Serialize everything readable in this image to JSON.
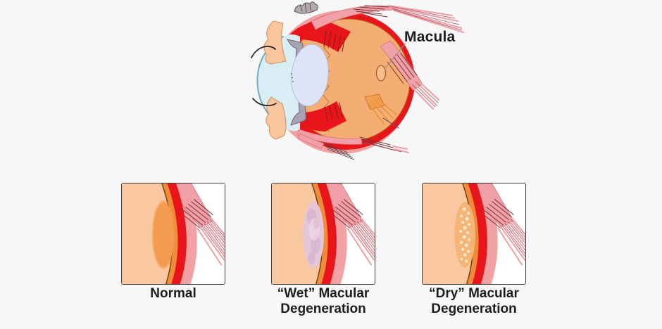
{
  "figure": {
    "macula_label": "Macula",
    "panels": [
      {
        "id": "normal",
        "label": "Normal",
        "lines": [
          "Normal"
        ],
        "macula_type": "normal"
      },
      {
        "id": "wet",
        "label": "“Wet” Macular Degeneration",
        "lines": [
          "“Wet” Macular",
          "Degeneration"
        ],
        "macula_type": "wet"
      },
      {
        "id": "dry",
        "label": "“Dry” Macular Degeneration",
        "lines": [
          "“Dry” Macular",
          "Degeneration"
        ],
        "macula_type": "dry"
      }
    ]
  },
  "palette": {
    "bg": "#f7f7f7",
    "ink": "#1d1d1d",
    "panel_border": "#3c3c3c",
    "red": "#e8151b",
    "pink_outer": "#f2a2a4",
    "pink_muscle": "#f0a0a6",
    "muscle_edge": "#d4737c",
    "muscle_stria": "#7c2f35",
    "fiber_dark": "#a8545c",
    "orange_band": "#ef8c3a",
    "peach": "#f9c7a0",
    "interior_orange": "#f4ad72",
    "interior_edge": "#b5651d",
    "outline_dark": "#6e3a12",
    "macula_normal": "#f49b50",
    "wet_base": "#e3c6d8",
    "wet_blotch": "#d4aac9",
    "dry_base": "#f5b577",
    "drusen": "#fdecd4",
    "cornea_fill": "#d9edf5",
    "cornea_stroke": "#74aabf",
    "lens_fill": "#dde4f7",
    "lens_stroke": "#b4bedd",
    "iris_fill": "#a9a2b2",
    "iris_stroke": "#6f6878",
    "skin_fill": "#f8c59e",
    "skin_stroke": "#d08e58",
    "tendon_gray": "#b3abab",
    "tendon_edge": "#5f5757",
    "oblique_orange": "#e8913f",
    "oblique_purple": "#7a4a6e",
    "macula_spot_fill": "#f6c08c",
    "macula_spot_stroke": "#a85f28",
    "pointer": "#8f8f8f"
  }
}
